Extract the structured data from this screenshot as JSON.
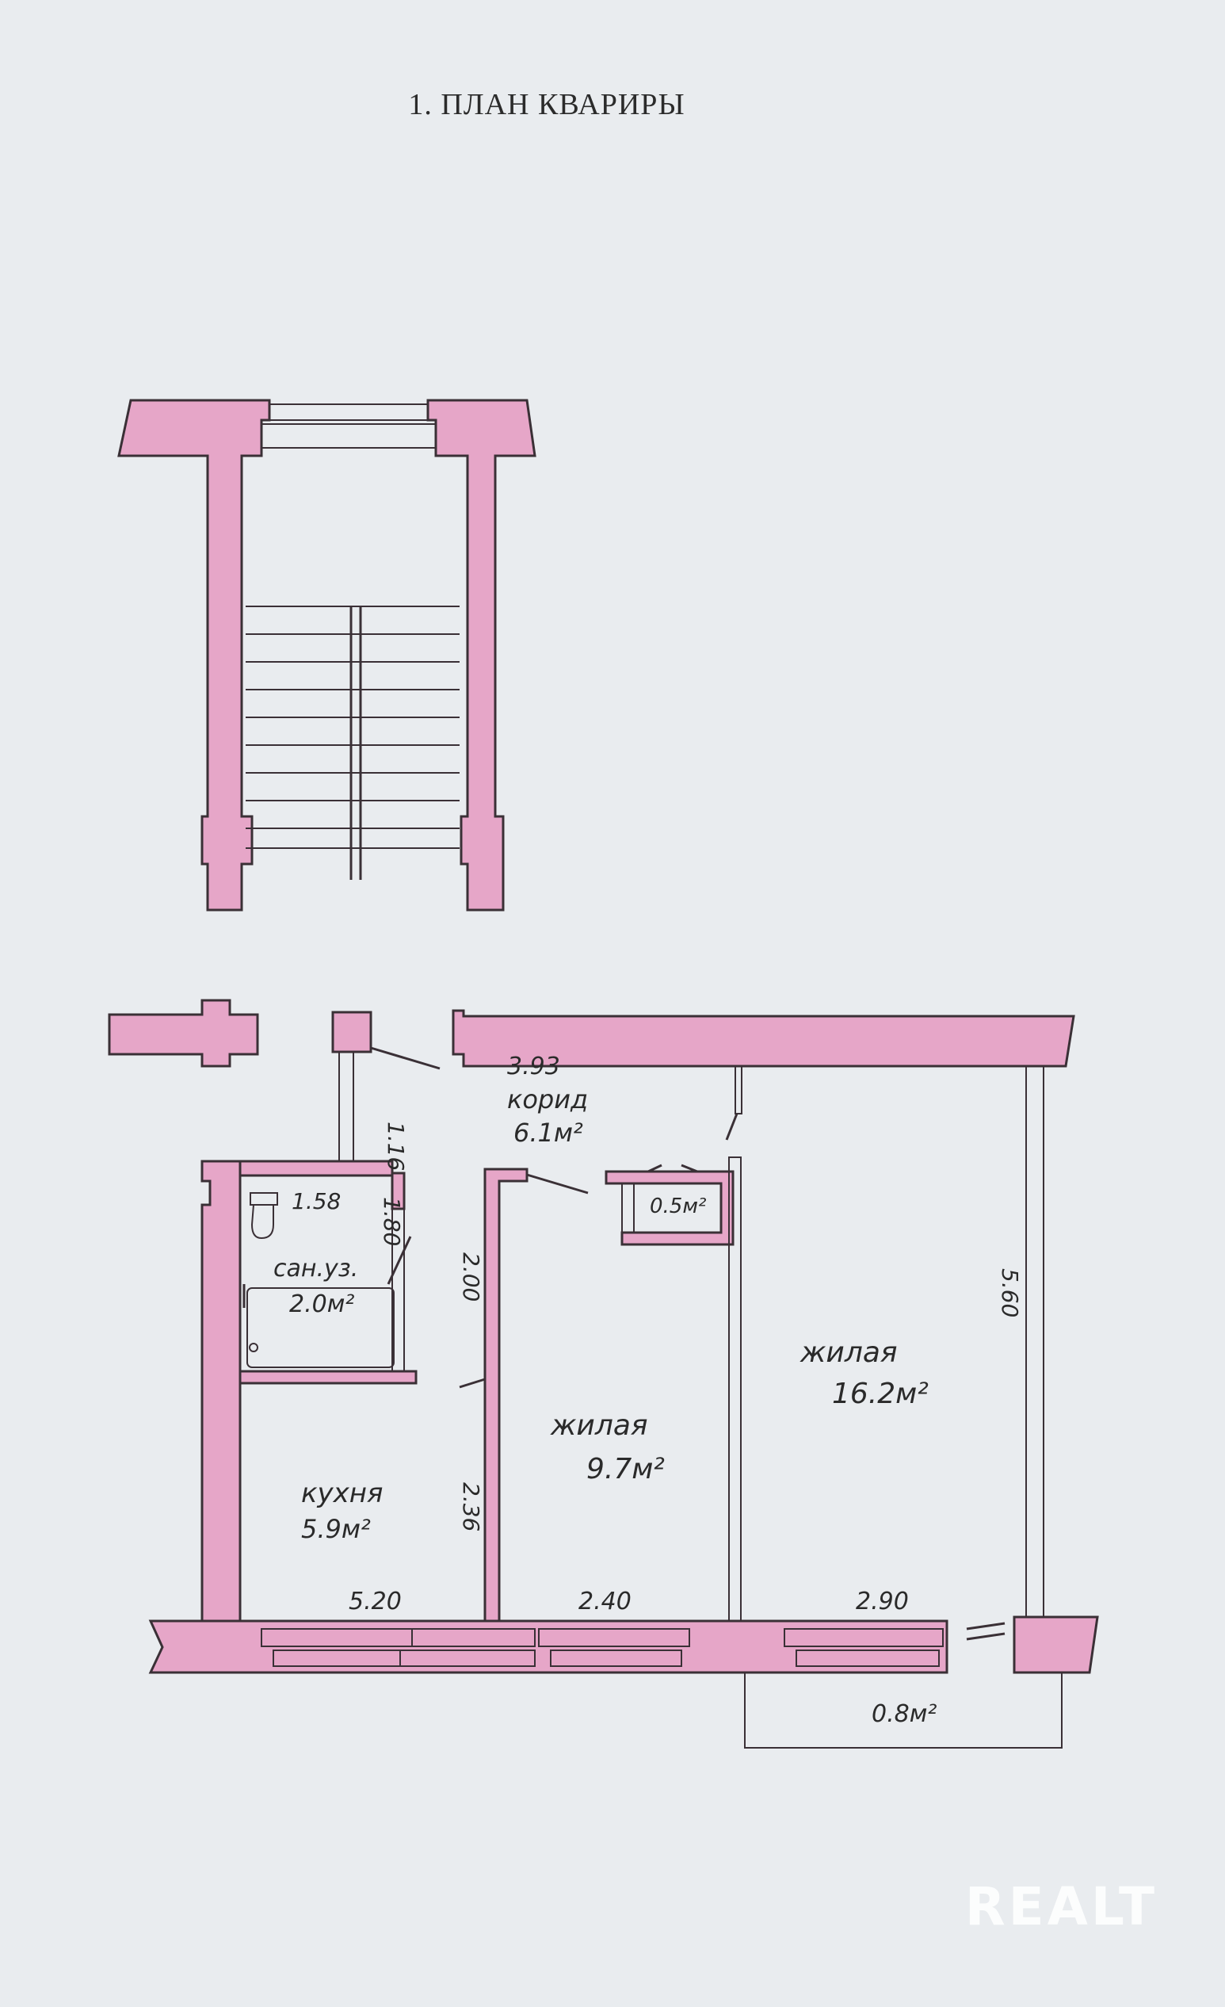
{
  "title": "1. ПЛАН КВАРИРЫ",
  "rooms": {
    "corridor": {
      "name": "корид",
      "area": "6.1м²"
    },
    "closet": {
      "area": "0.5м²"
    },
    "bathroom": {
      "name": "сан.уз.",
      "area": "2.0м²"
    },
    "living_small": {
      "name": "жилая",
      "area": "9.7м²"
    },
    "living_large": {
      "name": "жилая",
      "area": "16.2м²"
    },
    "kitchen": {
      "name": "кухня",
      "area": "5.9м²"
    },
    "balcony": {
      "area": "0.8м²"
    }
  },
  "dimensions": {
    "corridor_length": "3.93",
    "entry_wall": "1.16",
    "bathroom_width": "1.58",
    "bathroom_depth": "1.80",
    "room_small_depth": "2.00",
    "kitchen_depth": "2.36",
    "kitchen_width": "5.20",
    "room_small_width": "2.40",
    "room_large_width": "2.90",
    "room_large_depth": "5.60"
  },
  "watermark": "REALT",
  "colors": {
    "wall_fill": "#e6a6c8",
    "paper": "#e9ecef",
    "ink": "#3a3036"
  }
}
